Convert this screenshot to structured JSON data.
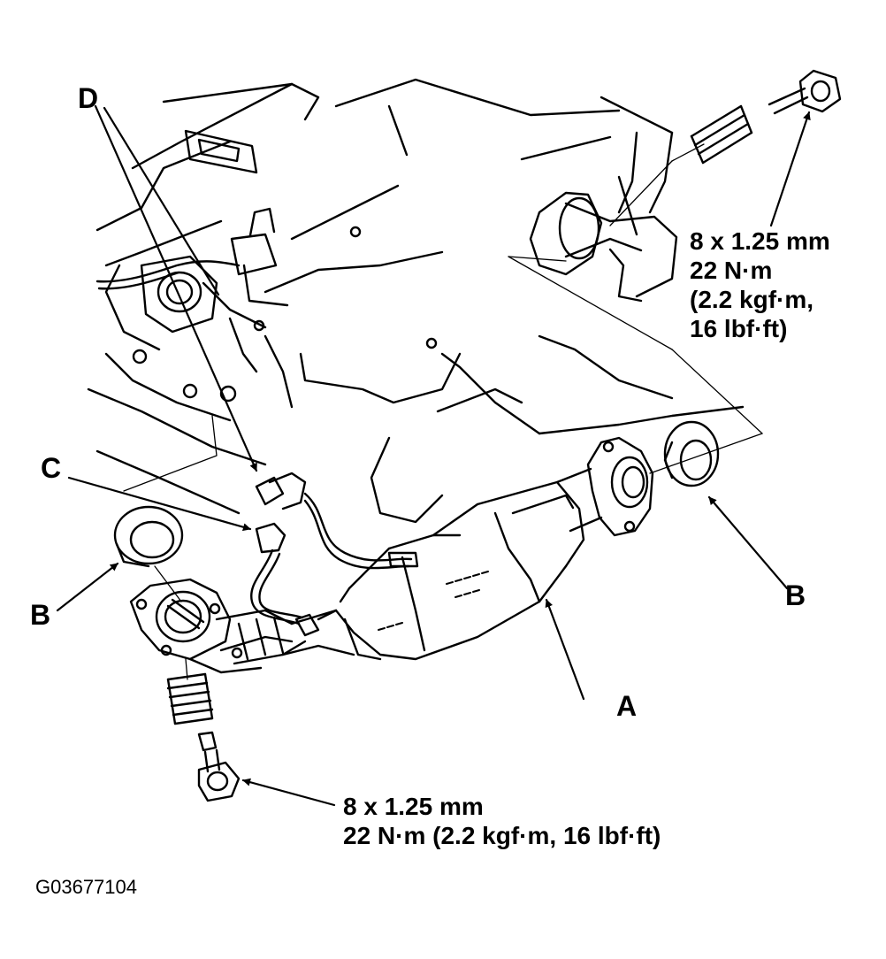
{
  "labels": {
    "a": "A",
    "b_left": "B",
    "b_right": "B",
    "c": "C",
    "d": "D"
  },
  "specs": {
    "upper": {
      "bolt": "8 x 1.25 mm",
      "torque_nm": "22 N·m",
      "torque_kgf": "(2.2 kgf·m,",
      "torque_lbf": "16 lbf·ft)"
    },
    "lower": {
      "bolt": "8 x 1.25 mm",
      "torque": "22 N·m (2.2 kgf·m, 16 lbf·ft)"
    }
  },
  "figure_code": "G03677104"
}
